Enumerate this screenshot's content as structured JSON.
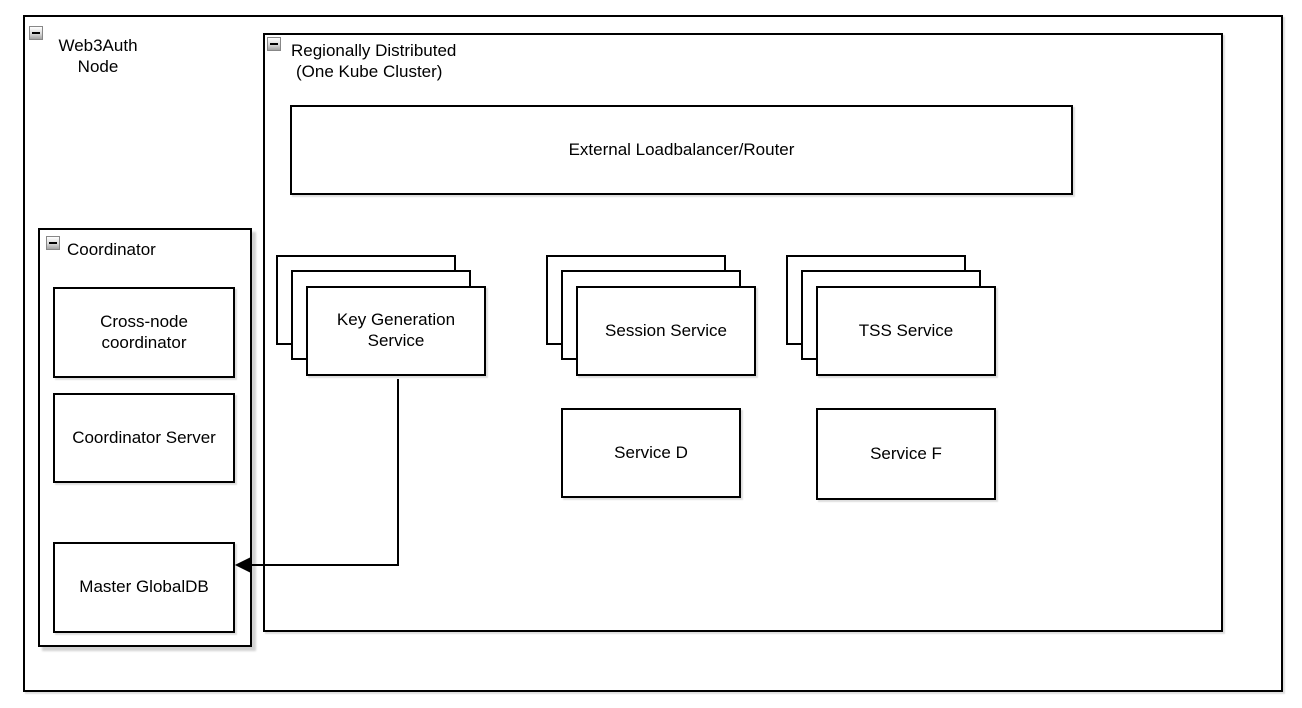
{
  "web3auth": {
    "label": "Web3Auth\nNode"
  },
  "regional": {
    "label_line1": "Regionally Distributed",
    "label_line2": "(One Kube Cluster)",
    "loadbalancer_label": "External Loadbalancer/Router",
    "key_generation_label": "Key Generation\nService",
    "session_label": "Session Service",
    "tss_label": "TSS Service",
    "service_d_label": "Service D",
    "service_f_label": "Service F"
  },
  "coordinator": {
    "label": "Coordinator",
    "cross_node_label": "Cross-node\ncoordinator",
    "server_label": "Coordinator Server",
    "globaldb_label": "Master GlobalDB"
  },
  "connector": {
    "from": "Key Generation Service",
    "to": "Master GlobalDB",
    "style": "orthogonal-arrow"
  },
  "colors": {
    "stroke": "#000000",
    "fill": "#ffffff",
    "background": "#ffffff",
    "collapse_icon_border": "#878787"
  },
  "icons": {
    "collapse": "minus"
  }
}
